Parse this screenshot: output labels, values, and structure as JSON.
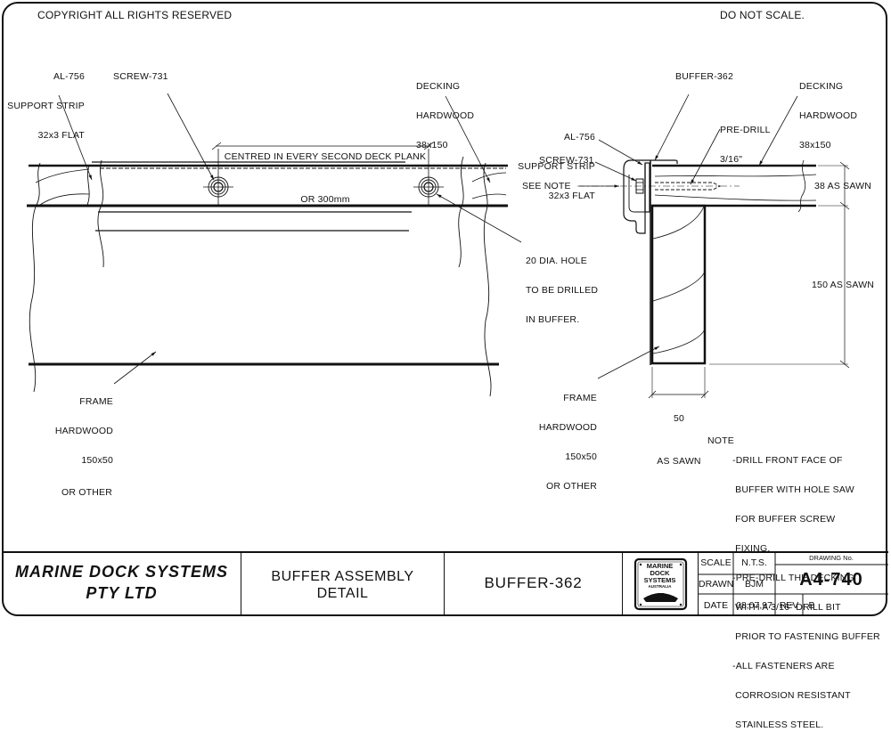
{
  "header": {
    "copyright": "COPYRIGHT ALL RIGHTS RESERVED",
    "scale_warning": "DO NOT SCALE."
  },
  "plan_view": {
    "support_strip_label": [
      "AL-756",
      "SUPPORT STRIP",
      "32x3 FLAT"
    ],
    "screw_label": "SCREW-731",
    "decking_label": [
      "DECKING",
      "HARDWOOD",
      "38x150"
    ],
    "spacing_label": [
      "CENTRED IN EVERY SECOND DECK PLANK",
      "OR 300mm"
    ],
    "hole_label": [
      "20 DIA. HOLE",
      "TO BE DRILLED",
      "IN BUFFER."
    ],
    "frame_label": [
      "FRAME",
      "HARDWOOD",
      "150x50",
      "OR OTHER"
    ]
  },
  "section_view": {
    "buffer_label": "BUFFER-362",
    "decking_label": [
      "DECKING",
      "HARDWOOD",
      "38x150"
    ],
    "predrill_label": [
      "PRE-DRILL",
      "3/16\""
    ],
    "support_strip_label": [
      "AL-756",
      "SUPPORT STRIP",
      "32x3 FLAT"
    ],
    "screw_label": "SCREW-731",
    "see_note_label": "SEE NOTE",
    "dim_decking_height": "38 AS SAWN",
    "dim_frame_height": "150 AS SAWN",
    "dim_frame_width": [
      "50",
      "AS SAWN"
    ],
    "frame_label": [
      "FRAME",
      "HARDWOOD",
      "150x50",
      "OR OTHER"
    ]
  },
  "notes": {
    "prefix": "NOTE",
    "lines": [
      "-DRILL FRONT FACE OF",
      " BUFFER WITH HOLE SAW",
      " FOR BUFFER SCREW",
      " FIXING.",
      "-PRE-DRILL THE DECKING",
      " WITH A 3/16\" DRILL BIT",
      " PRIOR TO FASTENING BUFFER",
      "-ALL FASTENERS ARE",
      " CORROSION RESISTANT",
      " STAINLESS STEEL."
    ]
  },
  "title_block": {
    "company": [
      "MARINE DOCK SYSTEMS",
      "PTY LTD"
    ],
    "drawing_title": [
      "BUFFER ASSEMBLY",
      "DETAIL"
    ],
    "part_number": "BUFFER-362",
    "logo_text": [
      "MARINE",
      "DOCK",
      "SYSTEMS",
      "AUSTRALIA"
    ],
    "scale_label": "SCALE",
    "scale_value": "N.T.S.",
    "drawn_label": "DRAWN",
    "drawn_value": "BJM",
    "date_label": "DATE",
    "date_value": "08,07,97",
    "rev_label": "REV",
    "rev_value": "B",
    "drawing_no_label": "DRAWING No.",
    "drawing_no": "A4-740"
  }
}
